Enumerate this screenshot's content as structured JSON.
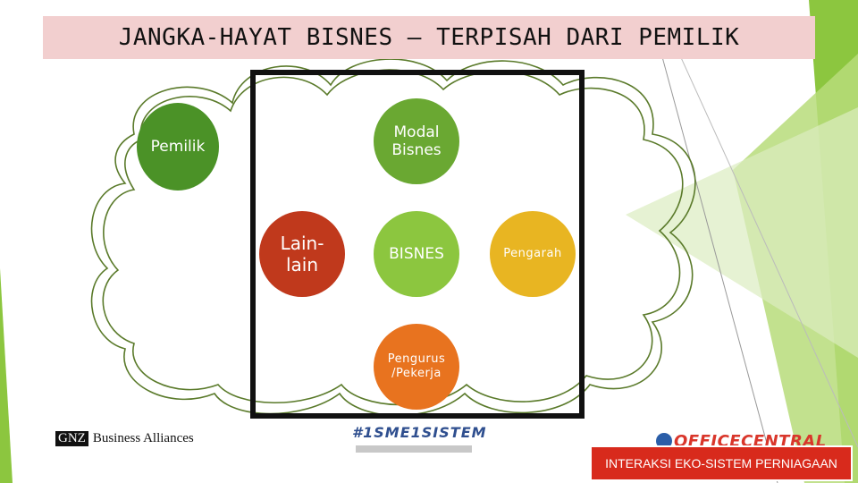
{
  "title": "JANGKA-HAYAT BISNES – TERPISAH DARI PEMILIK",
  "nodes": {
    "pemilik": "Pemilik",
    "modal_line1": "Modal",
    "modal_line2": "Bisnes",
    "lain_line1": "Lain-",
    "lain_line2": "lain",
    "bisnes": "BISNES",
    "pengarah": "Pengarah",
    "pengurus_line1": "Pengurus",
    "pengurus_line2": "/Pekerja"
  },
  "logos": {
    "gnz_mark": "GNZ",
    "gnz_text": "Business Alliances",
    "sme_text": "#1SME1SISTEM",
    "office_text": "OFFICECENTRAL"
  },
  "footer": "INTERAKSI EKO-SISTEM PERNIAGAAN",
  "colors": {
    "title_bg": "#f2cfcf",
    "pemilik": "#4b9227",
    "modal": "#6aa832",
    "lain": "#c0391c",
    "bisnes": "#8cc63f",
    "pengarah": "#e8b522",
    "pengurus": "#e8731f",
    "footer_bg": "#d82a1c"
  }
}
